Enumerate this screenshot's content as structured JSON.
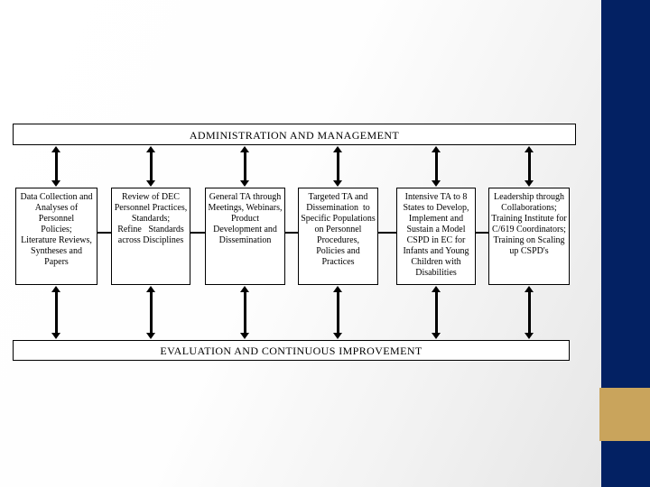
{
  "colors": {
    "navy": "#032163",
    "gold": "#c9a45c",
    "box_border": "#000000",
    "box_fill": "#ffffff"
  },
  "banners": {
    "top": "ADMINISTRATION AND MANAGEMENT",
    "bottom": "EVALUATION AND CONTINUOUS IMPROVEMENT"
  },
  "boxes": [
    {
      "text": "Data Collection and\nAnalyses of\nPersonnel\nPolicies;\nLiterature Reviews,\nSyntheses and\nPapers"
    },
    {
      "text": "Review of DEC\nPersonnel Practices,\nStandards;\nRefine   Standards\nacross Disciplines"
    },
    {
      "text": "General TA through\nMeetings, Webinars,\nProduct\nDevelopment and\nDissemination"
    },
    {
      "text": "Targeted TA and\nDissemination  to\nSpecific Populations\non Personnel\nProcedures,\nPolicies and Practices"
    },
    {
      "text": "Intensive TA to 8\nStates to Develop,\nImplement and\nSustain a Model\nCSPD in EC for\nInfants and Young\nChildren with\nDisabilities"
    },
    {
      "text": "Leadership through\nCollaborations;\nTraining Institute for\nC/619 Coordinators;\nTraining on Scaling\nup CSPD's"
    }
  ]
}
